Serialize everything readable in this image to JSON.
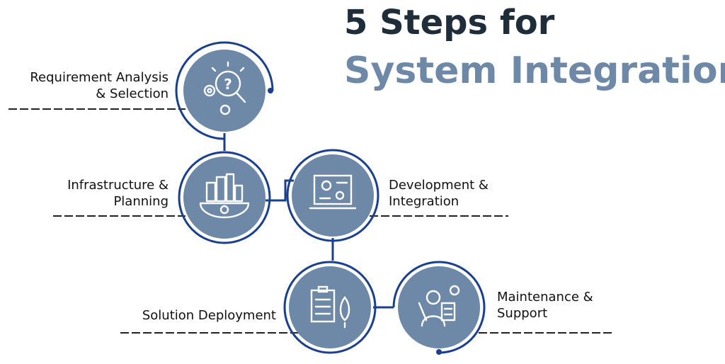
{
  "title": {
    "line1": "5 Steps for",
    "line2": "System Integration"
  },
  "steps": [
    {
      "lines": [
        "Requirement Analysis",
        "& Selection"
      ],
      "icon": "analysis-gear-question-icon"
    },
    {
      "lines": [
        "Infrastructure &",
        "Planning"
      ],
      "icon": "city-gear-icon"
    },
    {
      "lines": [
        "Development &",
        "Integration"
      ],
      "icon": "laptop-gears-icon"
    },
    {
      "lines": [
        "Solution Deployment"
      ],
      "icon": "clipboard-rocket-icon"
    },
    {
      "lines": [
        "Maintenance &",
        "Support"
      ],
      "icon": "technician-clipboard-icon"
    }
  ],
  "colors": {
    "circle_fill": "#6e89a7",
    "ring_stroke": "#1a3f8f",
    "title_dark": "#1f2d3a",
    "title_accent": "#6e89a7",
    "dash": "#222222"
  }
}
